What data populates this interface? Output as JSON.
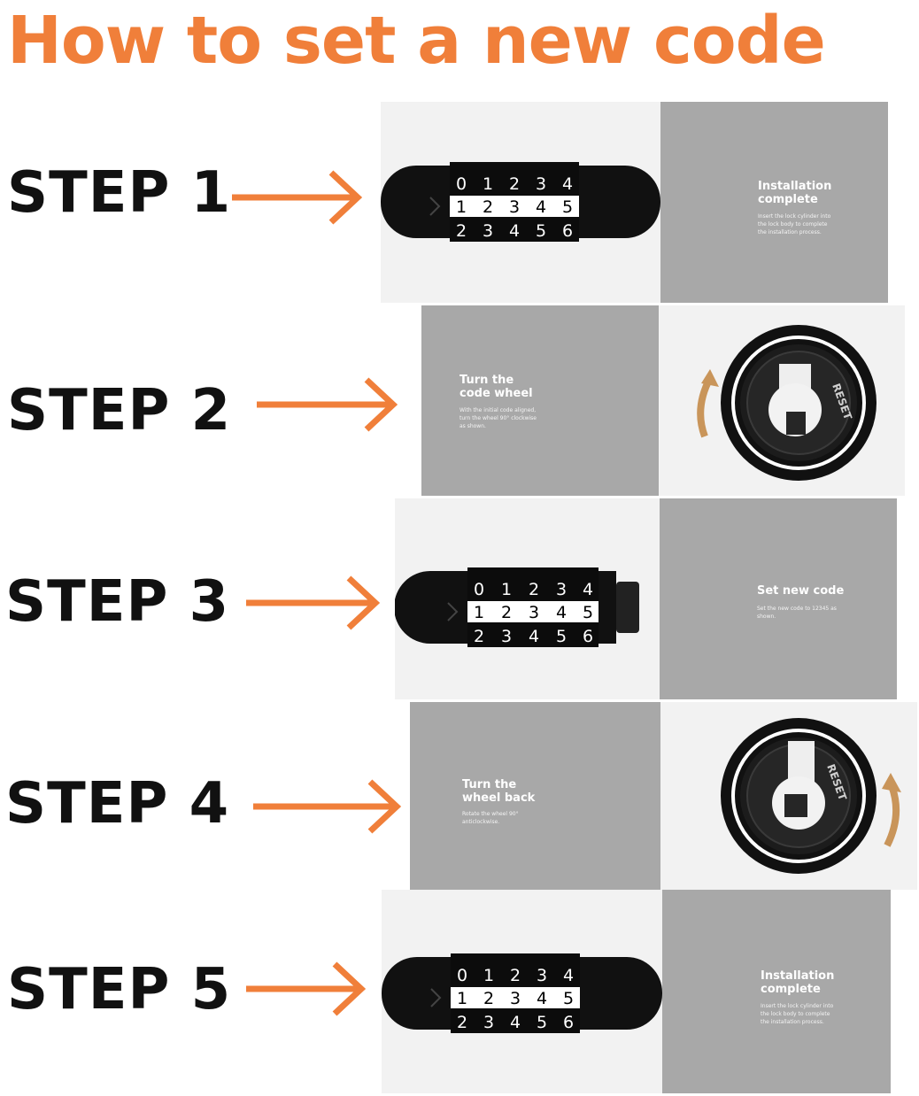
{
  "title": "How to set a new code",
  "colors": {
    "accent": "#f07f3a",
    "panel_grey": "#a8a8a8",
    "panel_light": "#f2f2f2",
    "rotate_arrow": "#c9955a"
  },
  "steps": [
    {
      "label": "STEP 1",
      "panel_title": "Installation\ncomplete",
      "panel_desc": "Insert the lock cylinder into\nthe lock body to complete\nthe installation process."
    },
    {
      "label": "STEP 2",
      "panel_title": "Turn the\ncode wheel",
      "panel_desc": "With the initial code aligned,\nturn the wheel 90° clockwise\nas shown."
    },
    {
      "label": "STEP 3",
      "panel_title": "Set new code",
      "panel_desc": "Set the new code to 12345 as\nshown."
    },
    {
      "label": "STEP 4",
      "panel_title": "Turn the\nwheel back",
      "panel_desc": "Rotate the wheel 90°\nanticlockwise."
    },
    {
      "label": "STEP 5",
      "panel_title": "Installation\ncomplete",
      "panel_desc": "Insert the lock cylinder into\nthe lock body to complete\nthe installation process."
    }
  ],
  "lock_wheels": {
    "rows": [
      [
        "0",
        "1",
        "2",
        "3",
        "4"
      ],
      [
        "1",
        "2",
        "3",
        "4",
        "5"
      ],
      [
        "2",
        "3",
        "4",
        "5",
        "6"
      ]
    ]
  },
  "dial_text": "RESET",
  "icons": [
    "right-arrow-icon",
    "combination-lock-icon",
    "reset-dial-icon",
    "rotate-clockwise-icon",
    "rotate-anticlockwise-icon"
  ]
}
